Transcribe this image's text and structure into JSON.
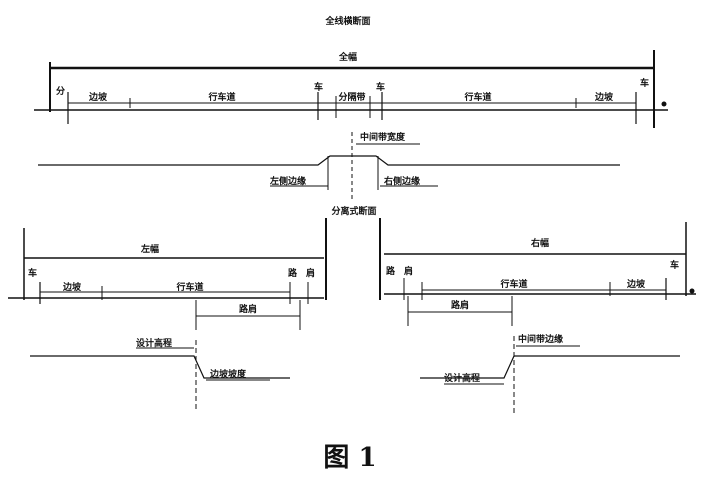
{
  "figure": {
    "top_title": "全线横断面",
    "caption": "图 1",
    "top_section": {
      "overall_label": "全幅",
      "end_left": "分",
      "end_right": "车",
      "left_mark_1": "车",
      "right_mark_1": "车",
      "seg_left_1": "边坡",
      "seg_left_2": "行车道",
      "seg_mid": "分隔带",
      "seg_right_1": "行车道",
      "seg_right_2": "边坡",
      "crown_label": "中间带宽度",
      "left_edge_label": "左侧边缘",
      "right_edge_label": "右侧边缘"
    },
    "middle_title": "分离式断面",
    "left_section": {
      "overall_label": "左幅",
      "end_left": "车",
      "end_right_1": "路",
      "end_right_2": "肩",
      "seg_1": "边坡",
      "seg_2": "行车道",
      "sub_label": "路肩",
      "edge_label": "设计高程",
      "slope_label": "边坡坡度"
    },
    "right_section": {
      "overall_label": "右幅",
      "end_left_1": "路",
      "end_left_2": "肩",
      "end_right": "车",
      "seg_1": "行车道",
      "seg_2": "边坡",
      "sub_label": "路肩",
      "edge_label": "设计高程",
      "crown_label": "中间带边缘"
    }
  }
}
